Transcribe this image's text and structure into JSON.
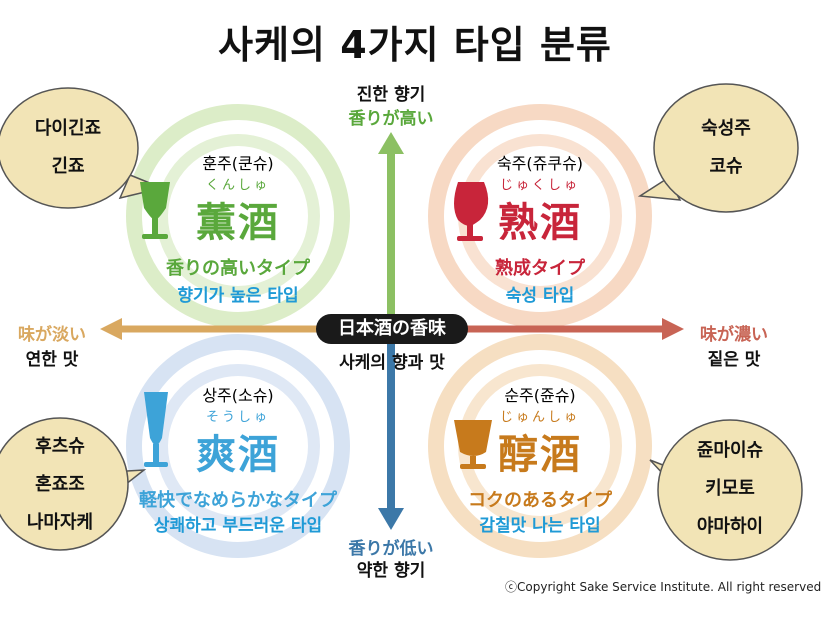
{
  "title": "사케의 4가지 타입 분류",
  "colors": {
    "kunshu": "#5aa83c",
    "jukushu": "#c8253a",
    "soushu": "#3da3d8",
    "junshu": "#c77a1c",
    "korean_blue": "#1f9ad6",
    "axis_up": "#8cc063",
    "axis_down": "#3c78a8",
    "axis_left": "#d9a860",
    "axis_right": "#c86455",
    "bubble_fill": "#f2e4b6"
  },
  "center_label": "日本酒の香味",
  "center_korean": "사케의 향과 맛",
  "axes": {
    "top_korean": "진한 향기",
    "top_japanese": "香りが高い",
    "bottom_japanese": "香りが低い",
    "bottom_korean": "약한 향기",
    "left_japanese": "味が淡い",
    "left_korean": "연한 맛",
    "right_japanese": "味が濃い",
    "right_korean": "짙은 맛"
  },
  "quadrants": {
    "kunshu": {
      "korean_name": "훈주(쿤슈)",
      "furigana": "くんしゅ",
      "kanji": "薫酒",
      "jp_type": "香りの高いタイプ",
      "kor_type": "향기가 높은 타입",
      "glass_icon": "wine-glass-icon"
    },
    "jukushu": {
      "korean_name": "숙주(쥬쿠슈)",
      "furigana": "じゅくしゅ",
      "kanji": "熟酒",
      "jp_type": "熟成タイプ",
      "kor_type": "숙성 타입",
      "glass_icon": "brandy-glass-icon"
    },
    "soushu": {
      "korean_name": "상주(소슈)",
      "furigana": "そうしゅ",
      "kanji": "爽酒",
      "jp_type": "軽快でなめらかなタイプ",
      "kor_type": "상쾌하고 부드러운 타입",
      "glass_icon": "flute-glass-icon"
    },
    "junshu": {
      "korean_name": "순주(쥰슈)",
      "furigana": "じゅんしゅ",
      "kanji": "醇酒",
      "jp_type": "コクのあるタイプ",
      "kor_type": "감칠맛 나는 타입",
      "glass_icon": "cup-glass-icon"
    }
  },
  "bubbles": {
    "top_left": [
      "다이긴죠",
      "긴죠"
    ],
    "top_right": [
      "숙성주",
      "코슈"
    ],
    "bottom_left": [
      "후츠슈",
      "혼죠조",
      "나마자케"
    ],
    "bottom_right": [
      "쥰마이슈",
      "키모토",
      "야마하이"
    ]
  },
  "copyright": "ⓒCopyright Sake Service Institute. All right reserved"
}
